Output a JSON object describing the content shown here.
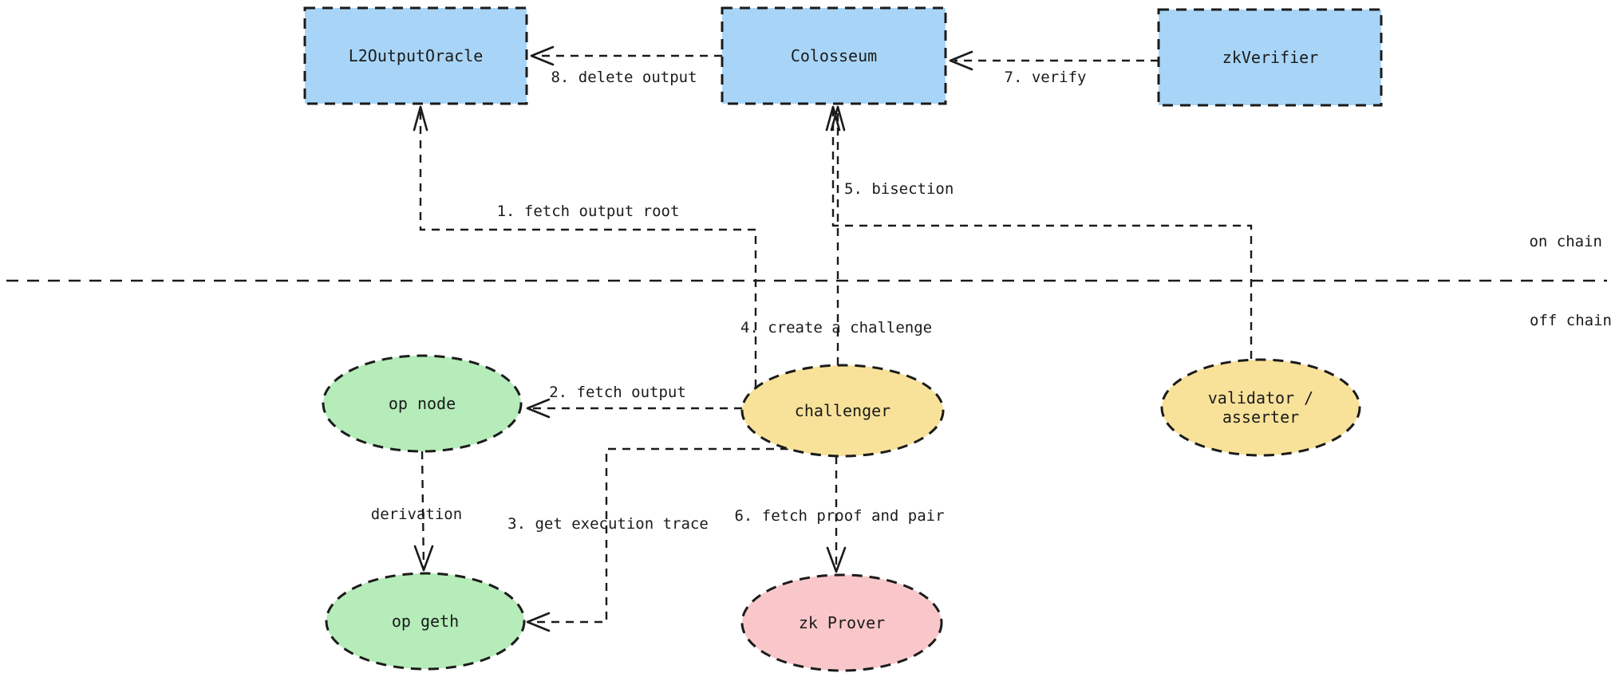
{
  "diagram": {
    "regions": {
      "on_chain_label": "on chain",
      "off_chain_label": "off chain"
    },
    "nodes": {
      "l2_output_oracle": {
        "label": "L2OutputOracle",
        "shape": "rectangle",
        "color": "blue",
        "layer": "on chain"
      },
      "colosseum": {
        "label": "Colosseum",
        "shape": "rectangle",
        "color": "blue",
        "layer": "on chain"
      },
      "zk_verifier": {
        "label": "zkVerifier",
        "shape": "rectangle",
        "color": "blue",
        "layer": "on chain"
      },
      "op_node": {
        "label": "op node",
        "shape": "ellipse",
        "color": "green",
        "layer": "off chain"
      },
      "challenger": {
        "label": "challenger",
        "shape": "ellipse",
        "color": "yellow",
        "layer": "off chain"
      },
      "validator_asserter": {
        "label": "validator / asserter",
        "label_line1": "validator /",
        "label_line2": "asserter",
        "shape": "ellipse",
        "color": "yellow",
        "layer": "off chain"
      },
      "op_geth": {
        "label": "op geth",
        "shape": "ellipse",
        "color": "green",
        "layer": "off chain"
      },
      "zk_prover": {
        "label": "zk Prover",
        "shape": "ellipse",
        "color": "pink",
        "layer": "off chain"
      }
    },
    "edges": {
      "fetch_output_root": {
        "label": "1. fetch output root",
        "from": "challenger",
        "to": "l2_output_oracle"
      },
      "fetch_output": {
        "label": "2. fetch output",
        "from": "challenger",
        "to": "op_node"
      },
      "get_execution_trace": {
        "label": "3. get execution trace",
        "from": "challenger",
        "to": "op_geth"
      },
      "create_a_challenge": {
        "label": "4. create a challenge",
        "from": "challenger",
        "to": "colosseum"
      },
      "bisection": {
        "label": "5. bisection",
        "from": "validator_asserter",
        "to": "colosseum"
      },
      "fetch_proof_and_pair": {
        "label": "6. fetch proof and pair",
        "from": "challenger",
        "to": "zk_prover"
      },
      "verify": {
        "label": "7. verify",
        "from": "zk_verifier",
        "to": "colosseum"
      },
      "delete_output": {
        "label": "8. delete output",
        "from": "colosseum",
        "to": "l2_output_oracle"
      },
      "derivation": {
        "label": "derivation",
        "from": "op_node",
        "to": "op_geth"
      }
    },
    "colors": {
      "node_blue": "#a8d5f7",
      "node_green": "#b5ecb9",
      "node_yellow": "#f8e29a",
      "node_pink": "#f9c7ca",
      "line": "#1b1b1b",
      "background": "#ffffff"
    }
  }
}
